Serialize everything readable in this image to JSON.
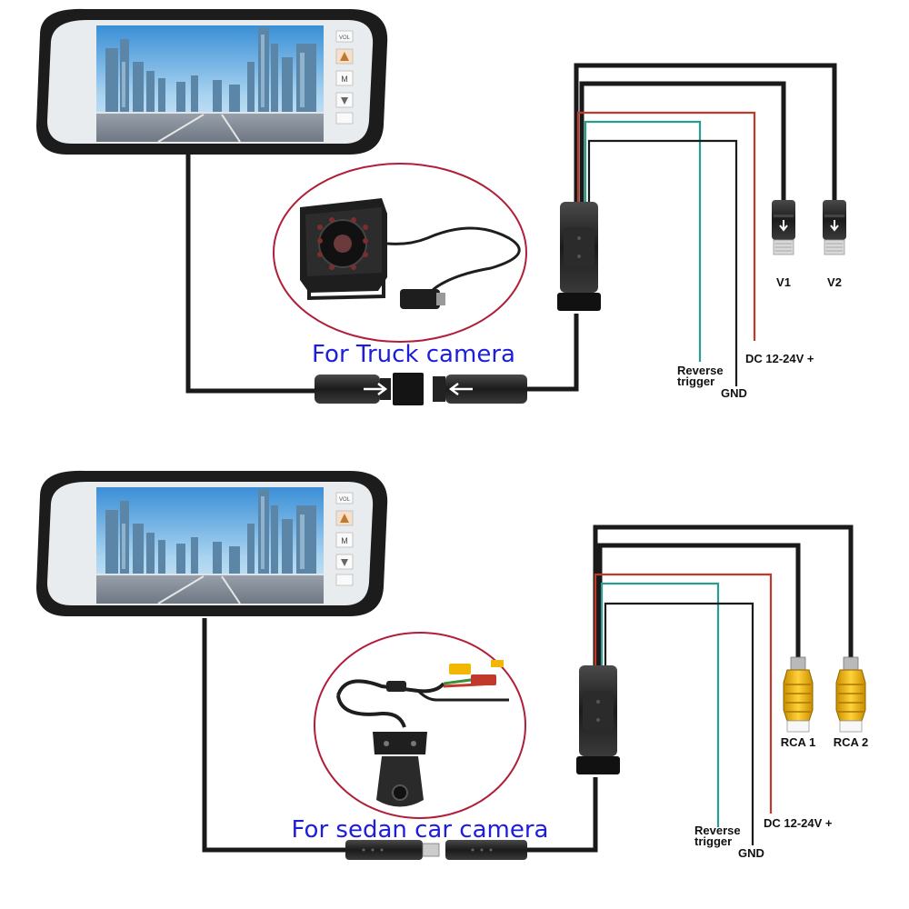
{
  "truck": {
    "caption": "For Truck camera",
    "labels": {
      "v1": "V1",
      "v2": "V2",
      "power": "DC 12-24V +",
      "reverse_1": "Reverse",
      "reverse_2": "trigger",
      "gnd": "GND"
    }
  },
  "sedan": {
    "caption": "For sedan car camera",
    "labels": {
      "rca1": "RCA 1",
      "rca2": "RCA 2",
      "power": "DC 12-24V +",
      "reverse_1": "Reverse",
      "reverse_2": "trigger",
      "gnd": "GND"
    }
  },
  "colors": {
    "cable": "#1a1a1a",
    "power_wire": "#c0392b",
    "trigger_wire": "#2a9d8f",
    "caption": "#1d1ddc",
    "rca_yellow": "#f2b705",
    "circle": "#b01e3a"
  },
  "icons": [
    "rearview-mirror-monitor",
    "truck-camera",
    "sedan-camera",
    "aviation-connector",
    "rca-connector",
    "video-plug"
  ]
}
